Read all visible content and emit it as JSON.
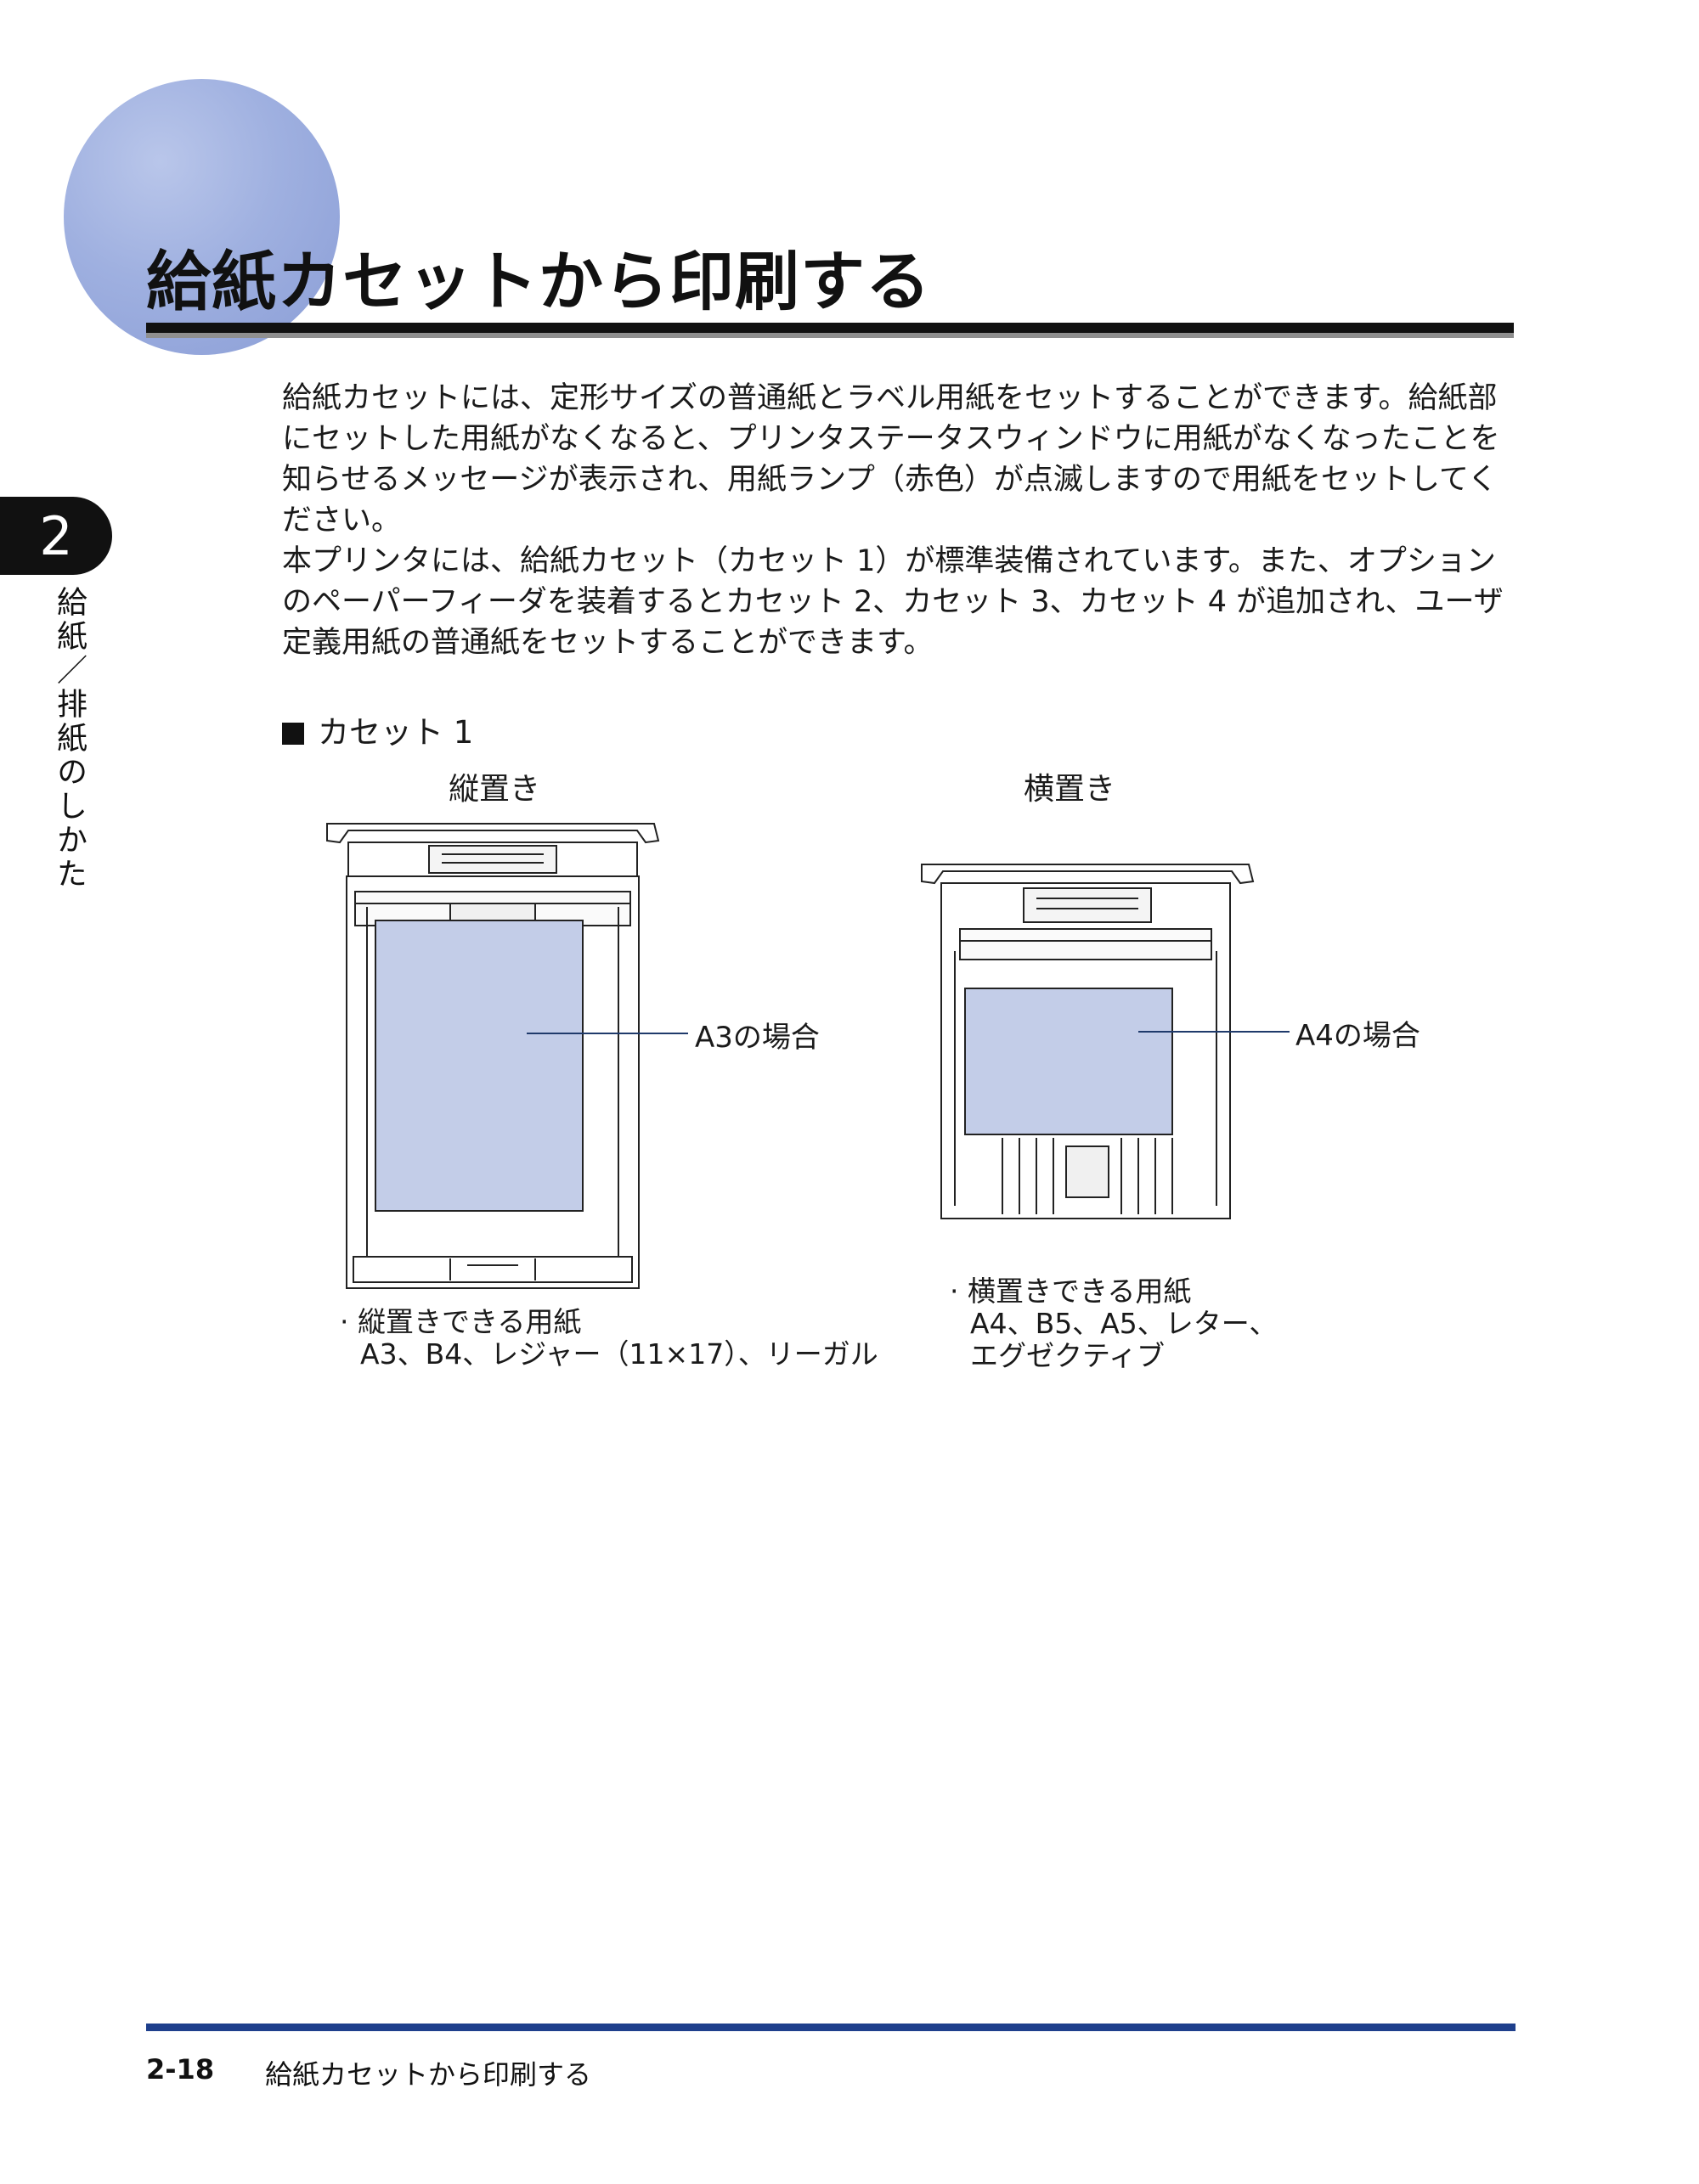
{
  "chapter": {
    "number": "2",
    "label": "給紙／排紙のしかた"
  },
  "title": "給紙カセットから印刷する",
  "body": {
    "para1": "給紙カセットには、定形サイズの普通紙とラベル用紙をセットすることができます。給紙部にセットした用紙がなくなると、プリンタステータスウィンドウに用紙がなくなったことを知らせるメッセージが表示され、用紙ランプ（赤色）が点滅しますので用紙をセットしてください。",
    "para2": "本プリンタには、給紙カセット（カセット 1）が標準装備されています。また、オプションのペーパーフィーダを装着するとカセット 2、カセット 3、カセット 4 が追加され、ユーザ定義用紙の普通紙をセットすることができます。"
  },
  "section": {
    "heading": "カセット 1"
  },
  "figures": {
    "portrait": {
      "label": "縦置き",
      "callout": "A3の場合",
      "caption_line1": "· 縦置きできる用紙",
      "caption_line2": "A3、B4、レジャー（11×17）、リーガル"
    },
    "landscape": {
      "label": "横置き",
      "callout": "A4の場合",
      "caption_line1": "· 横置きできる用紙",
      "caption_line2": "A4、B5、A5、レター、",
      "caption_line3": "エグゼクティブ"
    }
  },
  "footer": {
    "page": "2-18",
    "title": "給紙カセットから印刷する"
  },
  "colors": {
    "paper_fill": "#c3cde8",
    "accent_blue": "#1e3f8c",
    "circle": "#9fb0e0"
  }
}
